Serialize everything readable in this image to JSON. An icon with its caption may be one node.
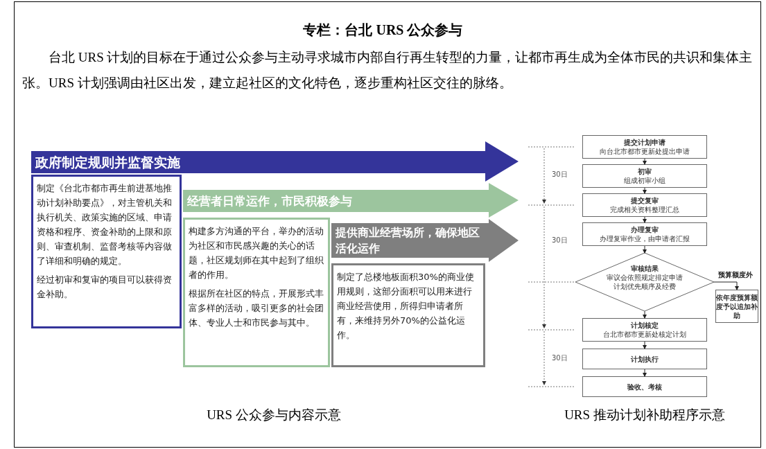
{
  "diagram": {
    "title": "专栏：台北 URS 公众参与",
    "nodes": [
      {
        "text": [
          "政府制定规则并监督实施"
        ]
      },
      {
        "text": [
          "制定《台北市都市再生前进基地推动计划补助要点》，对主管机关和执行机关、政策实施的区域、申请资格和程序、资金补助的上限和原则、审查机制、监督考核等内容做了详细和明确的规定。",
          "经过初审和复审的项目可以获得资金补助。"
        ]
      },
      {
        "text": [
          "经营者日常运作，市民积极参与"
        ]
      },
      {
        "text": [
          "构建多方沟通的平台，举办的活动为社区和市民感兴趣的关心的话题，社区规划师在其中起到了组织者的作用。",
          "根据所在社区的特点，开展形式丰富多样的活动，吸引更多的社会团体、专业人士和市民参与其中。"
        ]
      },
      {
        "text": [
          "提供商业经营场所，确保地区活化运作"
        ]
      },
      {
        "text": [
          "制定了总楼地板面积30%的商业使用规则，这部分面积可以用来进行商业经营使用，所得归申请者所有，来维持另外70%的公益化运作。"
        ]
      },
      {
        "text": [
          "提交计划申请",
          "向台北市都市更新处提出申请"
        ]
      },
      {
        "text": [
          "初审",
          "组成初审小组"
        ]
      },
      {
        "text": [
          "提交复审",
          "完成相关资料整理汇总"
        ]
      },
      {
        "text": [
          "办理复审",
          "办理复审作业，由申请者汇报"
        ]
      },
      {
        "text": [
          "审核结果",
          "审议会依照规定排定申请计划优先顺序及经费"
        ]
      },
      {
        "text": [
          "依年度预算额度予以追加补助"
        ]
      },
      {
        "text": [
          "计划核定",
          "台北市都市更新处核定计划"
        ]
      },
      {
        "text": [
          "计划执行"
        ]
      },
      {
        "text": [
          "验收、考核"
        ]
      }
    ],
    "edges": [
      {
        "from": 6,
        "to": 7,
        "arrow": "to"
      },
      {
        "from": 7,
        "to": 8,
        "arrow": "to"
      },
      {
        "from": 8,
        "to": 9,
        "arrow": "to"
      },
      {
        "from": 9,
        "to": 10,
        "arrow": "to"
      },
      {
        "from": 10,
        "to": 11,
        "arrow": "to",
        "label": "预算额度外"
      },
      {
        "from": 10,
        "to": 12,
        "arrow": "to"
      },
      {
        "from": 12,
        "to": 13,
        "arrow": "to"
      },
      {
        "from": 13,
        "to": 14,
        "arrow": "to"
      }
    ],
    "labels": [
      "台北 URS 计划的目标在于通过公众参与主动寻求城市内部自行再生转型的力量，让都市再生成为全体市民的共识和集体主张。URS 计划强调由社区出发，建立起社区的文化特色，逐步重构社区交往的脉络。",
      "30日",
      "30日",
      "30日",
      "URS 公众参与内容示意",
      "URS 推动计划补助程序示意"
    ]
  }
}
